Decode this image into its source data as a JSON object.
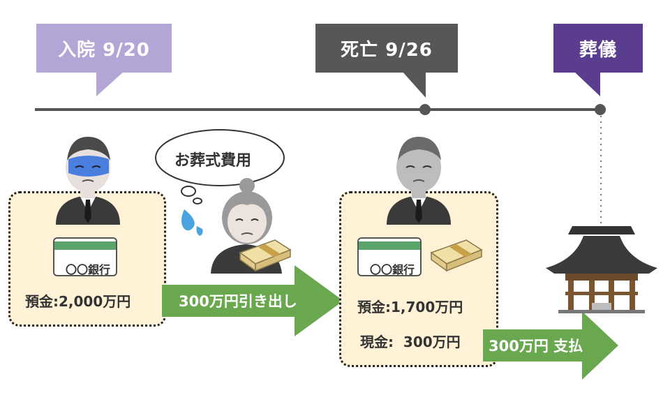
{
  "events": {
    "admission": "入院 9/20",
    "death": "死亡 9/26",
    "funeral": "葬儀"
  },
  "thought_bubble": "お葬式費用",
  "bank_card_label": "〇〇銀行",
  "left_box": {
    "deposit": "預金:2,000万円"
  },
  "right_box": {
    "deposit": "預金:1,700万円",
    "cash": "現金:  300万円"
  },
  "arrows": {
    "withdrawal": "300万円引き出し",
    "payment": "300万円 支払"
  },
  "colors": {
    "admission_tag": "#b3a6d6",
    "death_tag": "#575757",
    "funeral_tag": "#5a3d8f",
    "arrow": "#6aa84f",
    "box_fill": "#fff2d6"
  }
}
